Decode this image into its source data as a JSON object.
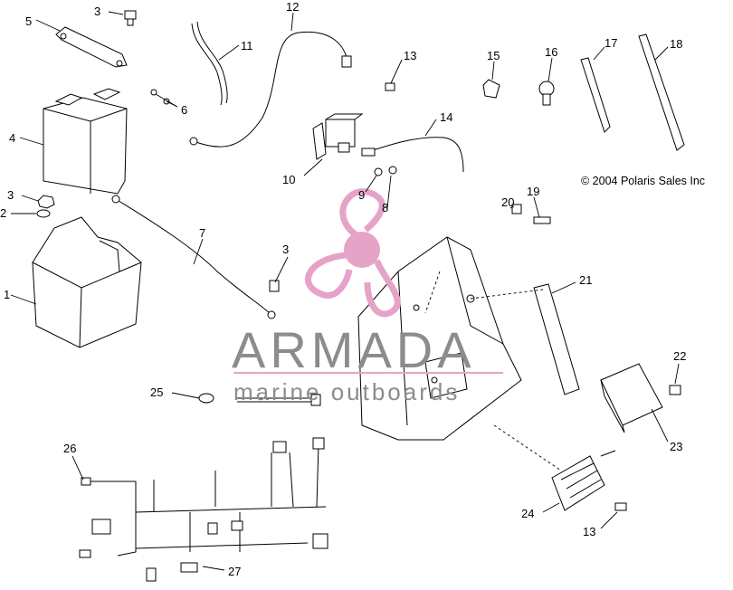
{
  "copyright": "© 2004 Polaris Sales Inc",
  "watermark": {
    "title": "ARMADA",
    "subtitle": "marine outboards",
    "logo_icon": "propeller-logo-icon",
    "logo_color": "#e6a3c8",
    "text_color": "#8c8c8c"
  },
  "callouts": [
    "1",
    "2",
    "3",
    "4",
    "5",
    "6",
    "7",
    "8",
    "9",
    "10",
    "11",
    "12",
    "13",
    "14",
    "15",
    "16",
    "17",
    "18",
    "19",
    "20",
    "21",
    "22",
    "23",
    "24",
    "25",
    "26",
    "27",
    "3",
    "3",
    "13"
  ]
}
